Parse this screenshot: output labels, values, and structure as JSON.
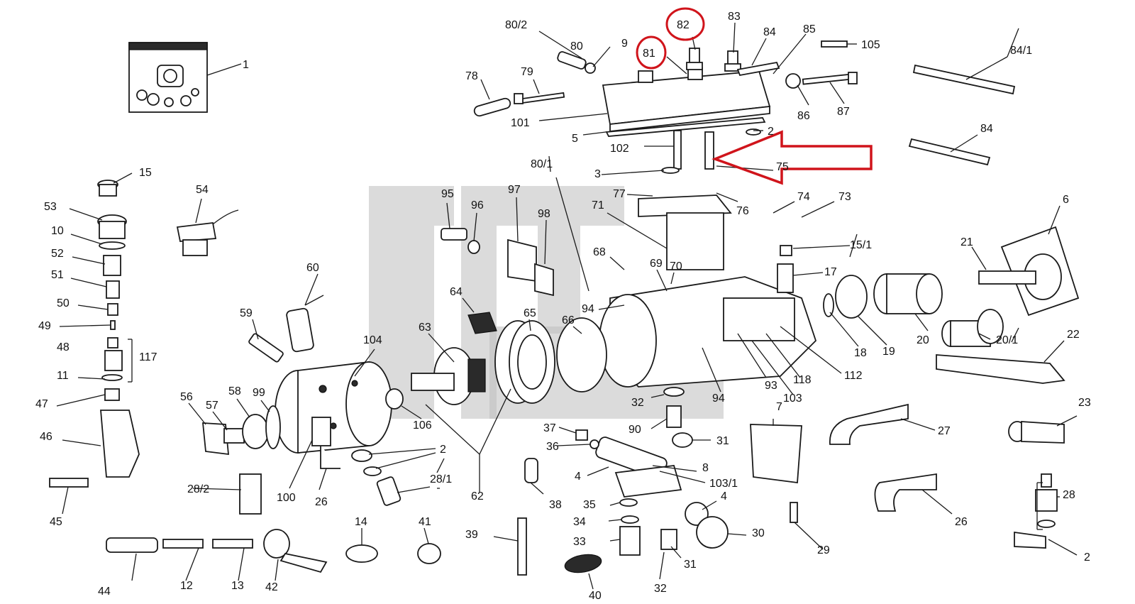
{
  "diagram": {
    "highlight_color": "#d0141b",
    "labels": {
      "l1": "1",
      "l80_2": "80/2",
      "l80": "80",
      "l9": "9",
      "l81": "81",
      "l82": "82",
      "l83": "83",
      "l84": "84",
      "l85": "85",
      "l105": "105",
      "l84_1": "84/1",
      "l78": "78",
      "l79": "79",
      "l86": "86",
      "l87": "87",
      "l101": "101",
      "l5": "5",
      "l102": "102",
      "l2a": "2",
      "l84b": "84",
      "l80_1": "80/1",
      "l3": "3",
      "l75": "75",
      "l15": "15",
      "l54": "54",
      "l53": "53",
      "l10": "10",
      "l52": "52",
      "l51": "51",
      "l50": "50",
      "l49": "49",
      "l48": "48",
      "l117": "117",
      "l11": "11",
      "l47": "47",
      "l46": "46",
      "l45": "45",
      "l95": "95",
      "l96": "96",
      "l97": "97",
      "l98": "98",
      "l77": "77",
      "l71": "71",
      "l74": "74",
      "l73": "73",
      "l76": "76",
      "l6": "6",
      "l15_1": "15/1",
      "l21": "21",
      "l17": "17",
      "l68": "68",
      "l69": "69",
      "l70": "70",
      "l60": "60",
      "l64": "64",
      "l94a": "94",
      "l59": "59",
      "l63": "63",
      "l65": "65",
      "l66": "66",
      "l18": "18",
      "l19": "19",
      "l20": "20",
      "l20_1": "20/1",
      "l22": "22",
      "l104": "104",
      "l93": "93",
      "l118": "118",
      "l112": "112",
      "l94b": "94",
      "l103": "103",
      "l56": "56",
      "l57": "57",
      "l58": "58",
      "l99": "99",
      "l106": "106",
      "l32a": "32",
      "l7": "7",
      "l27": "27",
      "l23": "23",
      "l37": "37",
      "l90": "90",
      "l31a": "31",
      "l36": "36",
      "l2b": "2",
      "l8": "8",
      "l4a": "4",
      "l103_1": "103/1",
      "l28_2": "28/2",
      "l100": "100",
      "l26a": "26",
      "l28_1": "28/1",
      "l62": "62",
      "l28": "28",
      "l38": "38",
      "l35": "35",
      "l4b": "4",
      "l26b": "26",
      "l34": "34",
      "l30": "30",
      "l33": "33",
      "l29": "29",
      "l2c": "2",
      "l14": "14",
      "l41": "41",
      "l39": "39",
      "l31b": "31",
      "l44": "44",
      "l12": "12",
      "l13": "13",
      "l42": "42",
      "l40": "40",
      "l32b": "32"
    }
  }
}
